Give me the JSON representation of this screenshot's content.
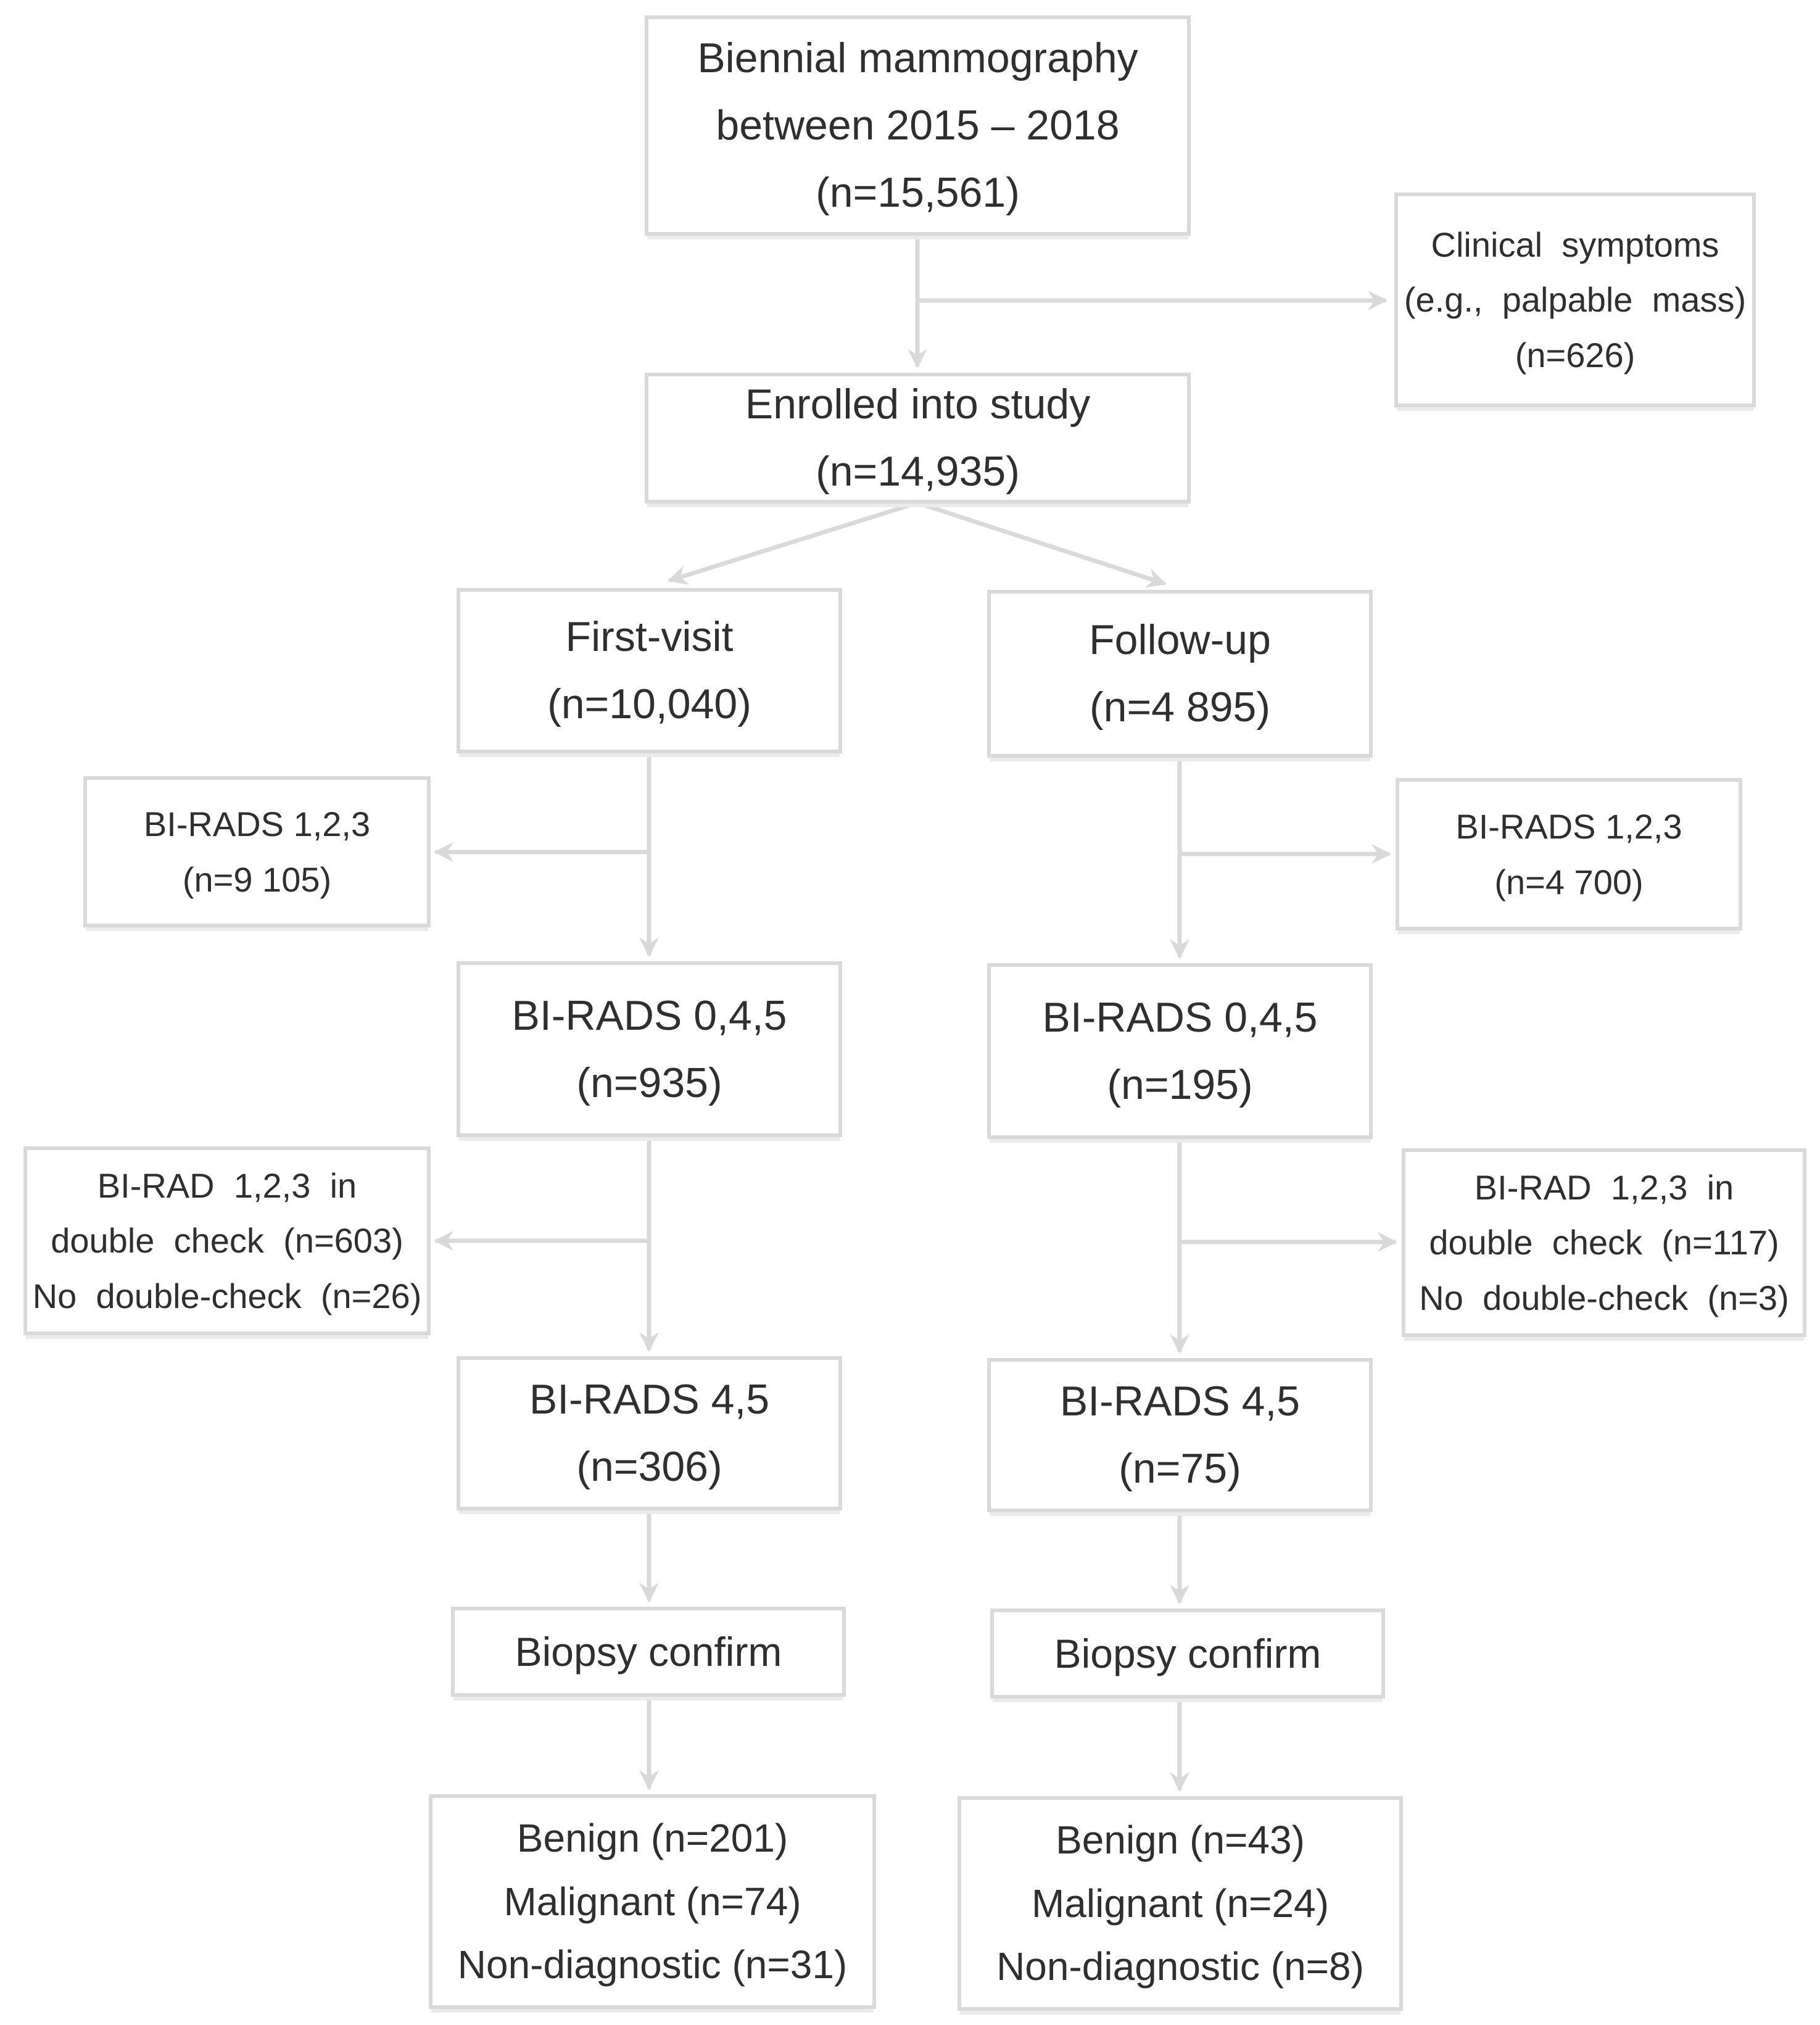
{
  "figure": {
    "type": "flowchart",
    "background_color": "#ffffff",
    "box_border_color": "#d9d9d9",
    "connector_color": "#d9d9d9",
    "text_color": "#2f2f2f"
  },
  "nodes": {
    "biennial": {
      "lines": [
        "Biennial mammography",
        "between 2015 – 2018",
        "(n=15,561)"
      ]
    },
    "clinical": {
      "lines": [
        "Clinical symptoms",
        "(e.g., palpable mass)",
        "(n=626)"
      ]
    },
    "enrolled": {
      "lines": [
        "Enrolled into study",
        "(n=14,935)"
      ]
    },
    "first_visit": {
      "lines": [
        "First-visit",
        "(n=10,040)"
      ]
    },
    "follow_up": {
      "lines": [
        "Follow-up",
        "(n=4 895)"
      ]
    },
    "birads123_first_visit": {
      "lines": [
        "BI-RADS 1,2,3",
        "(n=9 105)"
      ]
    },
    "birads123_follow_up": {
      "lines": [
        "BI-RADS 1,2,3",
        "(n=4 700)"
      ]
    },
    "birads045_first_visit": {
      "lines": [
        "BI-RADS 0,4,5",
        "(n=935)"
      ]
    },
    "birads045_follow_up": {
      "lines": [
        "BI-RADS 0,4,5",
        "(n=195)"
      ]
    },
    "doublecheck_first_visit": {
      "lines": [
        "BI-RAD 1,2,3 in",
        "double check (n=603)",
        "No double-check (n=26)"
      ]
    },
    "doublecheck_follow_up": {
      "lines": [
        "BI-RAD 1,2,3 in",
        "double check (n=117)",
        "No double-check (n=3)"
      ]
    },
    "birads45_first_visit": {
      "lines": [
        "BI-RADS 4,5",
        "(n=306)"
      ]
    },
    "birads45_follow_up": {
      "lines": [
        "BI-RADS 4,5",
        "(n=75)"
      ]
    },
    "biopsy_first_visit": {
      "lines": [
        "Biopsy confirm"
      ]
    },
    "biopsy_follow_up": {
      "lines": [
        "Biopsy confirm"
      ]
    },
    "outcome_first_visit": {
      "lines": [
        "Benign (n=201)",
        "Malignant (n=74)",
        "Non-diagnostic (n=31)"
      ]
    },
    "outcome_follow_up": {
      "lines": [
        "Benign (n=43)",
        "Malignant (n=24)",
        "Non-diagnostic (n=8)"
      ]
    }
  },
  "edges": [
    {
      "from": "biennial",
      "to": "enrolled"
    },
    {
      "from": "biennial",
      "to": "clinical"
    },
    {
      "from": "enrolled",
      "to": "first_visit"
    },
    {
      "from": "enrolled",
      "to": "follow_up"
    },
    {
      "from": "first_visit",
      "to": "birads123_first_visit"
    },
    {
      "from": "first_visit",
      "to": "birads045_first_visit"
    },
    {
      "from": "birads045_first_visit",
      "to": "doublecheck_first_visit"
    },
    {
      "from": "birads045_first_visit",
      "to": "birads45_first_visit"
    },
    {
      "from": "birads45_first_visit",
      "to": "biopsy_first_visit"
    },
    {
      "from": "biopsy_first_visit",
      "to": "outcome_first_visit"
    },
    {
      "from": "follow_up",
      "to": "birads123_follow_up"
    },
    {
      "from": "follow_up",
      "to": "birads045_follow_up"
    },
    {
      "from": "birads045_follow_up",
      "to": "doublecheck_follow_up"
    },
    {
      "from": "birads045_follow_up",
      "to": "birads45_follow_up"
    },
    {
      "from": "birads45_follow_up",
      "to": "biopsy_follow_up"
    },
    {
      "from": "biopsy_follow_up",
      "to": "outcome_follow_up"
    }
  ]
}
